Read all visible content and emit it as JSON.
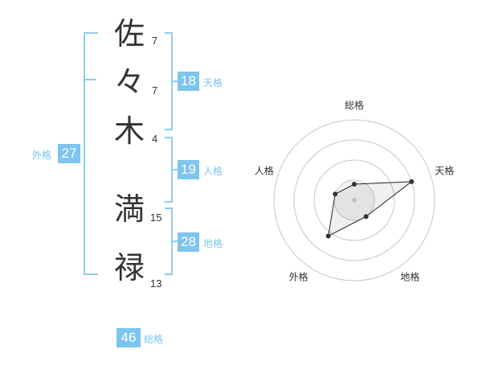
{
  "name": {
    "chars": [
      {
        "char": "佐",
        "strokes": "7"
      },
      {
        "char": "々",
        "strokes": "7"
      },
      {
        "char": "木",
        "strokes": "4"
      },
      {
        "char": "満",
        "strokes": "15"
      },
      {
        "char": "禄",
        "strokes": "13"
      }
    ]
  },
  "scores": {
    "tenkaku": {
      "value": "18",
      "label": "天格"
    },
    "jinkaku": {
      "value": "19",
      "label": "人格"
    },
    "chikaku": {
      "value": "28",
      "label": "地格"
    },
    "gaikaku": {
      "value": "27",
      "label": "外格"
    },
    "soukaku": {
      "value": "46",
      "label": "総格"
    }
  },
  "colors": {
    "accent": "#7dc4ee",
    "bracket": "#8ecdf2",
    "text": "#333333"
  },
  "chart_data": {
    "type": "radar",
    "axes": [
      "総格",
      "天格",
      "地格",
      "外格",
      "人格"
    ],
    "values": [
      0.2,
      0.75,
      0.25,
      0.55,
      0.25
    ],
    "rings": 4,
    "range": [
      0,
      1
    ]
  }
}
